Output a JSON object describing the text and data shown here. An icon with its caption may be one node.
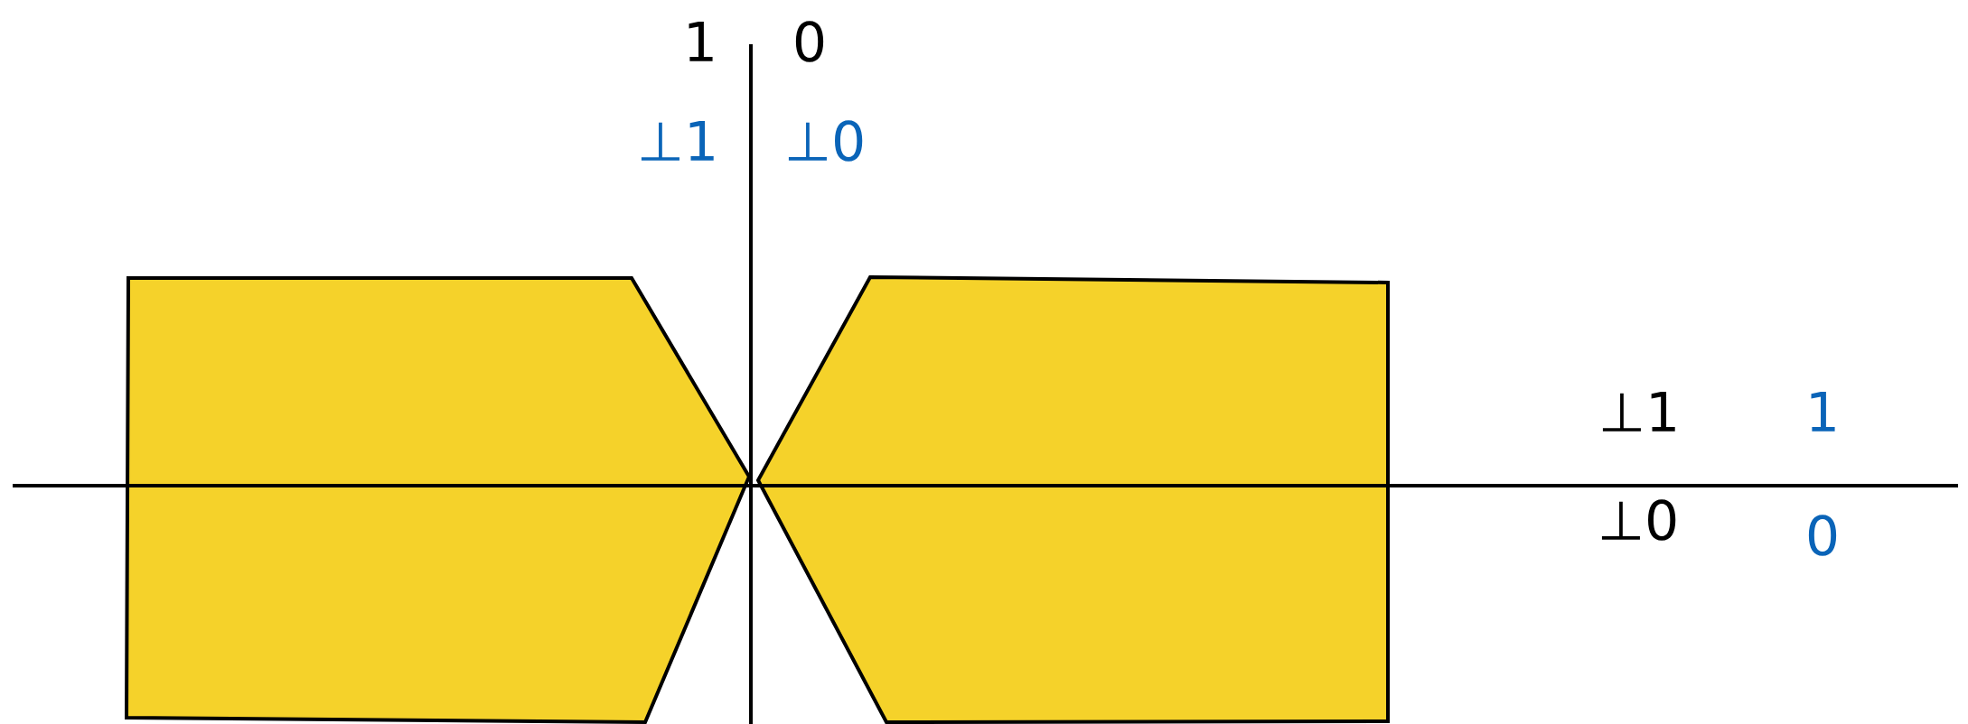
{
  "diagram": {
    "nodes": [
      {
        "text": [],
        "shape": "polygon"
      },
      {
        "text": [],
        "shape": "polygon"
      }
    ],
    "labels": [
      "1",
      "0",
      "⊥1",
      "⊥0",
      "⊥1",
      "1",
      "⊥0",
      "0"
    ]
  }
}
